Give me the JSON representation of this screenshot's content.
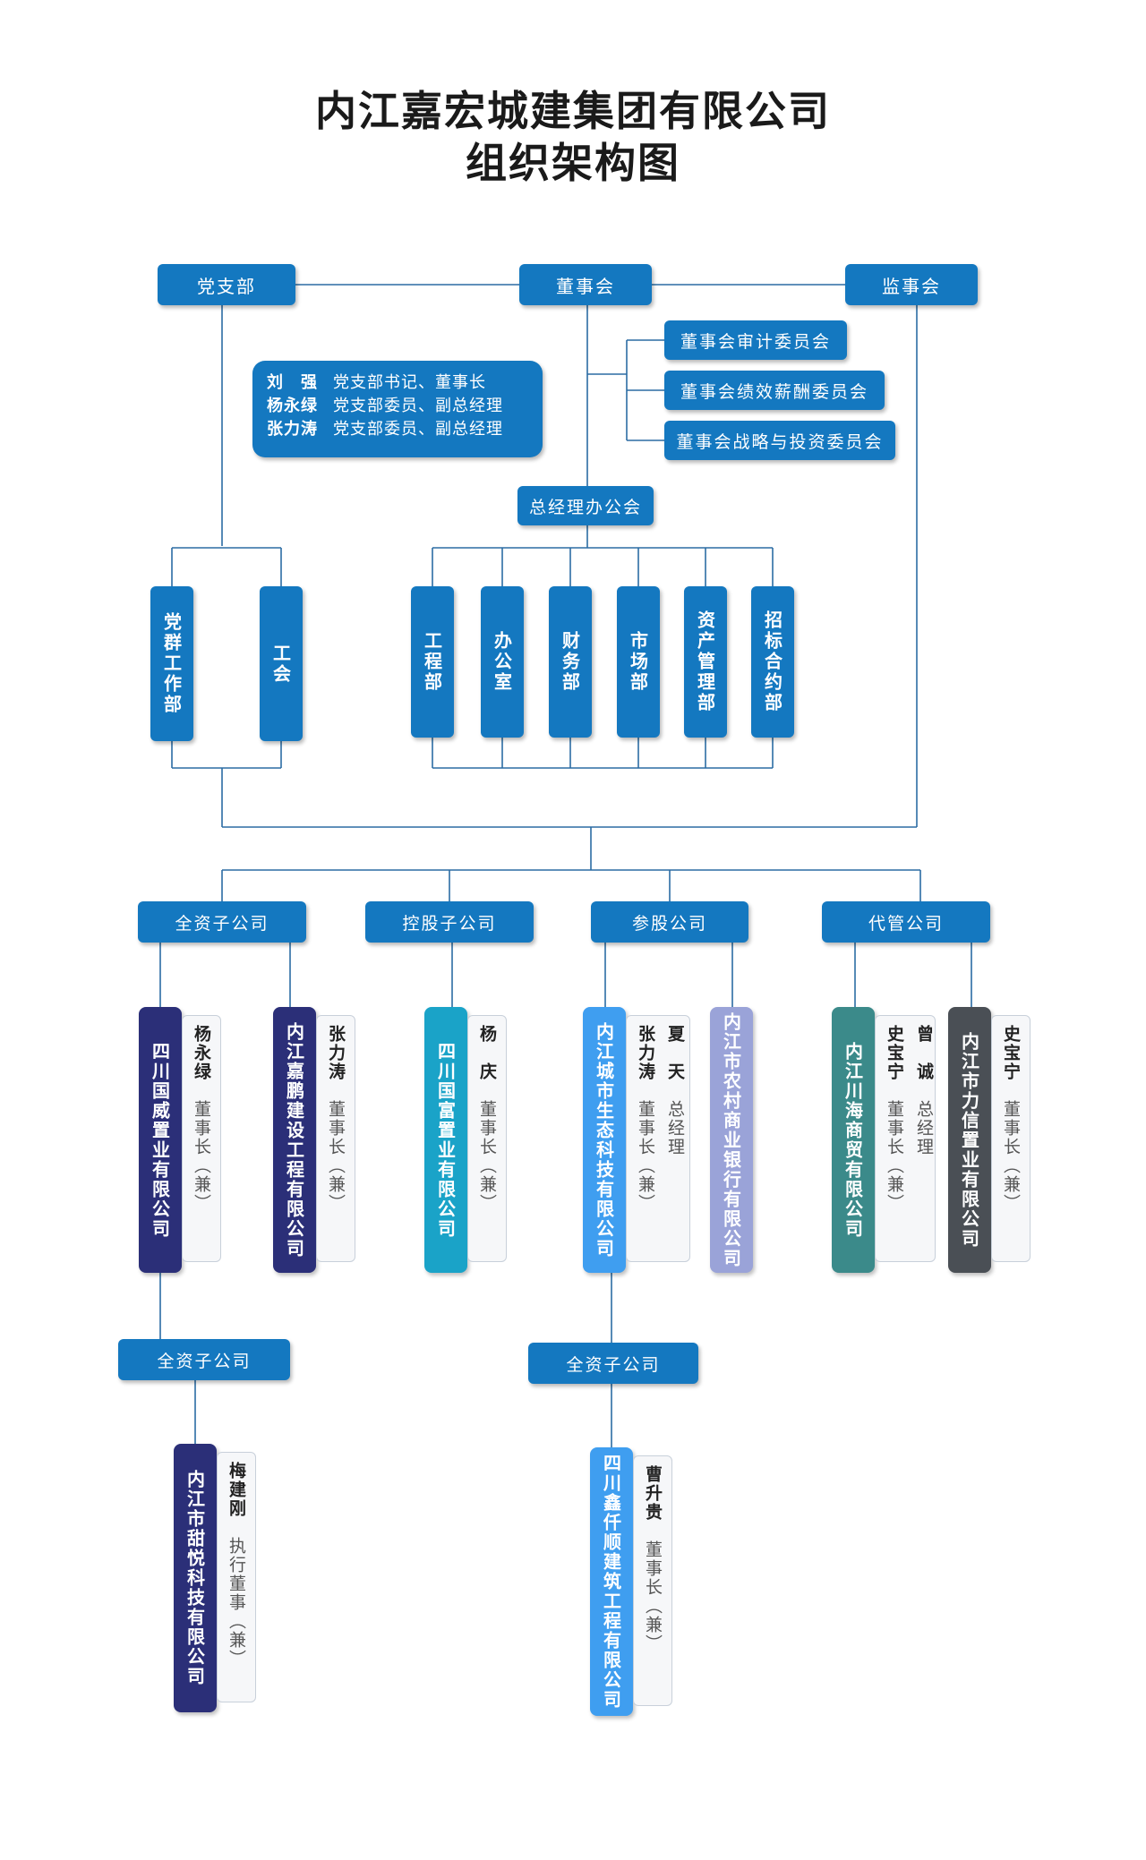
{
  "title": {
    "line1": "内江嘉宏城建集团有限公司",
    "line2": "组织架构图"
  },
  "top": {
    "party": "党支部",
    "board": "董事会",
    "supervisory": "监事会"
  },
  "committees": [
    "董事会审计委员会",
    "董事会绩效薪酬委员会",
    "董事会战略与投资委员会"
  ],
  "party_members": [
    {
      "name": "刘　强",
      "role": "党支部书记、董事长"
    },
    {
      "name": "杨永绿",
      "role": "党支部委员、副总经理"
    },
    {
      "name": "张力涛",
      "role": "党支部委员、副总经理"
    }
  ],
  "gm_office": "总经理办公会",
  "party_depts": [
    "党群工作部",
    "工会"
  ],
  "depts": [
    "工程部",
    "办公室",
    "财务部",
    "市场部",
    "资产管理部",
    "招标合约部"
  ],
  "categories": {
    "wholly": "全资子公司",
    "holding": "控股子公司",
    "participating": "参股公司",
    "managed": "代管公司"
  },
  "companies": {
    "guowei": {
      "name": "四川国威置业有限公司",
      "people": [
        {
          "name": "杨永绿",
          "role": "董事长（兼）"
        }
      ]
    },
    "jiapeng": {
      "name": "内江嘉鹏建设工程有限公司",
      "people": [
        {
          "name": "张力涛",
          "role": "董事长（兼）"
        }
      ]
    },
    "guofu": {
      "name": "四川国富置业有限公司",
      "people": [
        {
          "name": "杨　庆",
          "role": "董事长（兼）"
        }
      ]
    },
    "shengtai": {
      "name": "内江城市生态科技有限公司",
      "people": [
        {
          "name": "夏　天",
          "role": "总经理"
        },
        {
          "name": "张力涛",
          "role": "董事长（兼）"
        }
      ]
    },
    "nongshang": {
      "name": "内江市农村商业银行有限公司"
    },
    "haishang": {
      "name": "内江川海商贸有限公司",
      "people": [
        {
          "name": "曾　诚",
          "role": "总经理"
        },
        {
          "name": "史宝宁",
          "role": "董事长（兼）"
        }
      ]
    },
    "lixin": {
      "name": "内江市力信置业有限公司",
      "people": [
        {
          "name": "史宝宁",
          "role": "董事长（兼）"
        }
      ]
    },
    "tianyue": {
      "name": "内江市甜悦科技有限公司",
      "people": [
        {
          "name": "梅建刚",
          "role": "执行董事（兼）"
        }
      ]
    },
    "xinshun": {
      "name": "四川鑫仟顺建筑工程有限公司",
      "people": [
        {
          "name": "曹升贵",
          "role": "董事长（兼）"
        }
      ]
    }
  },
  "sub_wholly_1": "全资子公司",
  "sub_wholly_2": "全资子公司",
  "colors": {
    "header_blue": "#1478c0",
    "line": "#2b6ca3",
    "guowei": "#2b2f78",
    "jiapeng": "#2b2f78",
    "tianyue": "#2b2f78",
    "guofu": "#1aa3c8",
    "shengtai": "#3f9ef0",
    "xinshun": "#3f9ef0",
    "nongshang": "#9aa3d8",
    "haishang": "#3b8a8a",
    "lixin": "#4a4f55"
  }
}
